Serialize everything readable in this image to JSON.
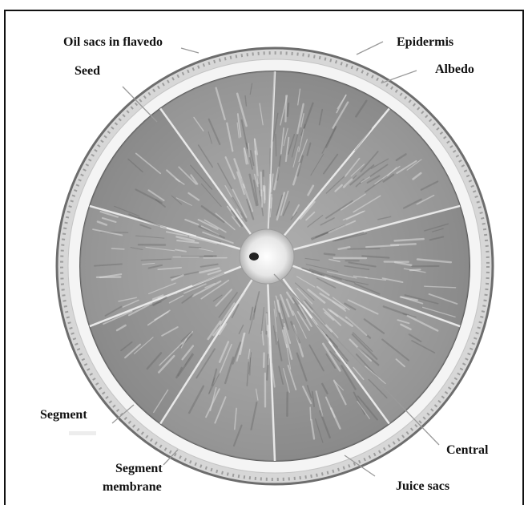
{
  "labels": {
    "oil_sacs": "Oil sacs in flavedo",
    "epidermis": "Epidermis",
    "seed": "Seed",
    "albedo": "Albedo",
    "segment": "Segment",
    "segment_membrane_line1": "Segment",
    "segment_membrane_line2": "membrane",
    "central": "Central",
    "juice_sacs": "Juice sacs"
  }
}
